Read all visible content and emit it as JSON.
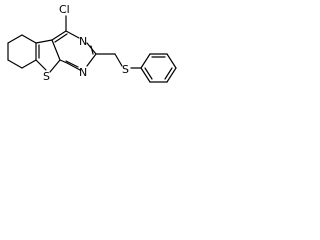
{
  "molecule": {
    "atoms": {
      "chlorine": "Cl",
      "pyrimidine_nitrogen_top": "N",
      "pyrimidine_nitrogen_bottom": "N",
      "thiophene_sulfur": "S",
      "thioether_sulfur": "S"
    }
  },
  "colors": {
    "bond": "#000000",
    "background": "#ffffff"
  }
}
